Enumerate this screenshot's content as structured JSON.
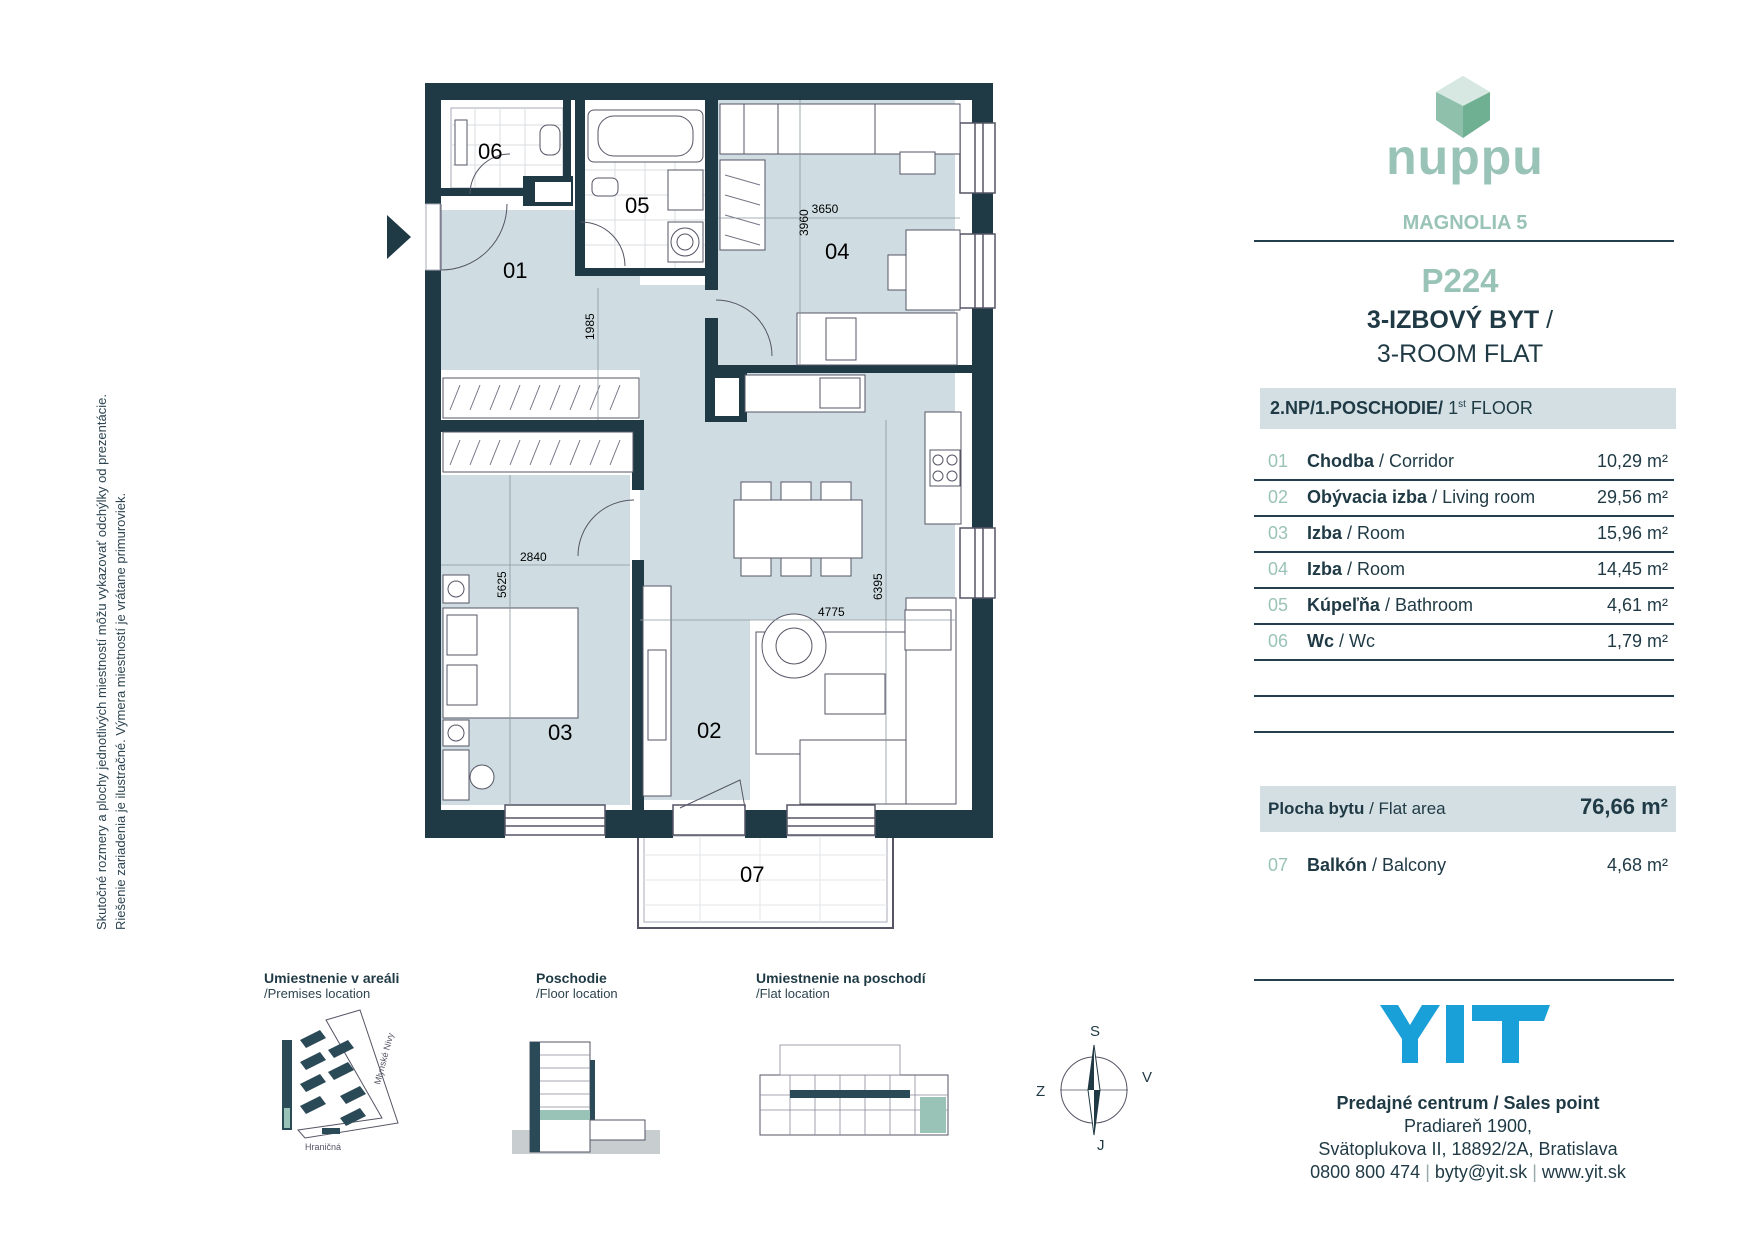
{
  "side_note": {
    "line1": "Skutočné rozmery a plochy jednotlivých miestností môžu vykazovať odchýlky od prezentácie.",
    "line2": "Riešenie zariadenia je ilustračné. Výmera miestností je vrátane primuroviek."
  },
  "plan": {
    "rooms": [
      "01",
      "02",
      "03",
      "04",
      "05",
      "06",
      "07"
    ],
    "dims": {
      "d3650": "3650",
      "d3960": "3960",
      "d1985": "1985",
      "d2840": "2840",
      "d5625": "5625",
      "d6395": "6395",
      "d4775": "4775"
    }
  },
  "brand": {
    "logo": "nuppu",
    "project": "MAGNOLIA 5"
  },
  "flat": {
    "code": "P224",
    "type_sk": "3-IZBOVÝ BYT",
    "type_sep": "/",
    "type_en": "3-ROOM FLAT",
    "floor_bold": "2.NP/1.POSCHODIE/",
    "floor_sup": "st",
    "floor_num": "1",
    "floor_en": "FLOOR"
  },
  "rooms": [
    {
      "num": "01",
      "sk": "Chodba",
      "en": "/ Corridor",
      "area": "10,29 m²"
    },
    {
      "num": "02",
      "sk": "Obývacia izba",
      "en": "/ Living room",
      "area": "29,56 m²"
    },
    {
      "num": "03",
      "sk": "Izba",
      "en": "/ Room",
      "area": "15,96 m²"
    },
    {
      "num": "04",
      "sk": "Izba",
      "en": "/ Room",
      "area": "14,45 m²"
    },
    {
      "num": "05",
      "sk": "Kúpeľňa",
      "en": "/ Bathroom",
      "area": "4,61 m²"
    },
    {
      "num": "06",
      "sk": "Wc",
      "en": "/ Wc",
      "area": "1,79 m²"
    }
  ],
  "flat_area": {
    "sk": "Plocha bytu",
    "en": "/ Flat area",
    "value": "76,66 m²"
  },
  "balcony": {
    "num": "07",
    "sk": "Balkón",
    "en": "/ Balcony",
    "area": "4,68 m²"
  },
  "thumbs": {
    "premises": {
      "title": "Umiestnenie v areáli",
      "sub": "/Premises location",
      "street1": "Mlynské Nivy",
      "street2": "Hraničná"
    },
    "floor": {
      "title": "Poschodie",
      "sub": "/Floor location"
    },
    "flatloc": {
      "title": "Umiestnenie na poschodí",
      "sub": "/Flat location"
    }
  },
  "compass": {
    "n": "S",
    "s": "J",
    "w": "Z",
    "e": "V"
  },
  "sales": {
    "logo": "YIT",
    "heading": "Predajné centrum / Sales point",
    "line1": "Pradiareň 1900,",
    "line2": "Svätoplukova II, 18892/2A, Bratislava",
    "phone": "0800 800 474",
    "email": "byty@yit.sk",
    "web": "www.yit.sk"
  },
  "colors": {
    "wall": "#1f3a45",
    "room_fill": "#cfdde2",
    "accent": "#9ac3b7",
    "bar": "#d3dfe3",
    "yit_blue": "#1aa0d8"
  }
}
